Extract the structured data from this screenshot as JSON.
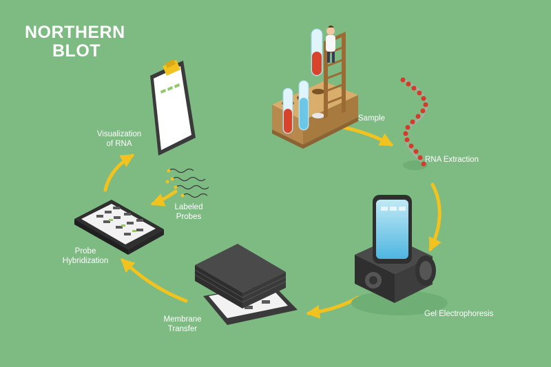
{
  "title": {
    "line1": "NORTHERN",
    "line2": "BLOT"
  },
  "steps": {
    "sample": "Sample",
    "rna_extraction": "RNA Extraction",
    "gel_electrophoresis": "Gel Electrophoresis",
    "membrane_transfer": {
      "line1": "Membrane",
      "line2": "Transfer"
    },
    "probe_hybridization": {
      "line1": "Probe",
      "line2": "Hybridization"
    },
    "labeled_probes": {
      "line1": "Labeled",
      "line2": "Probes"
    },
    "visualization": {
      "line1": "Visualization",
      "line2": "of RNA"
    }
  },
  "colors": {
    "background": "#7dbb82",
    "arrow": "#f2c21e",
    "rna_bead": "#d63a2a",
    "wood": "#c79a56",
    "dark_device": "#3b3b3b",
    "liquid_red": "#d8442b",
    "liquid_blue": "#6cc7e6"
  }
}
